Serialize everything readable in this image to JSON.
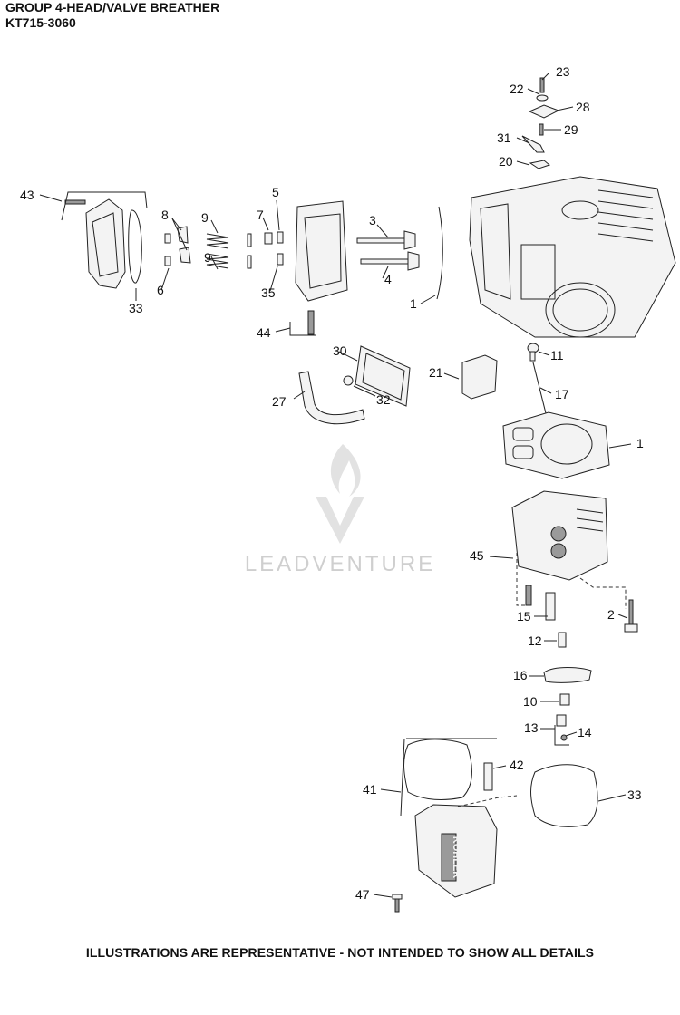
{
  "header": {
    "title": "GROUP 4-HEAD/VALVE BREATHER",
    "model": "KT715-3060"
  },
  "watermark": {
    "text": "LEADVENTURE"
  },
  "cover_brand": "KOHLER",
  "callouts": [
    "1",
    "1",
    "2",
    "3",
    "4",
    "5",
    "6",
    "7",
    "8",
    "9",
    "9",
    "10",
    "11",
    "12",
    "13",
    "14",
    "15",
    "16",
    "17",
    "20",
    "21",
    "22",
    "23",
    "27",
    "28",
    "29",
    "30",
    "31",
    "32",
    "33",
    "33",
    "35",
    "41",
    "42",
    "43",
    "44",
    "45",
    "47"
  ],
  "footer": {
    "note": "ILLUSTRATIONS ARE REPRESENTATIVE - NOT INTENDED TO SHOW ALL DETAILS"
  }
}
